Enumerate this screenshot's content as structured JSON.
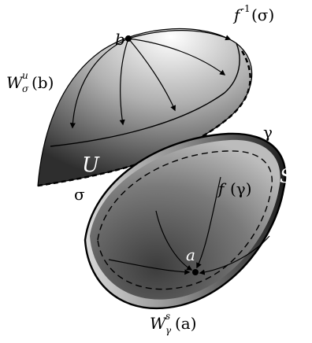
{
  "labels": {
    "point_b": "b",
    "preimage_f": "f",
    "preimage_sup": "-1",
    "preimage_arg": "(σ)",
    "unstable_W": "W",
    "unstable_sup": "u",
    "unstable_sub": "σ",
    "unstable_arg": "(b)",
    "region_U": "U",
    "curve_gamma": "γ",
    "curve_sigma": "σ",
    "region_S": "S",
    "image_f": "f",
    "image_arg": "(γ)",
    "point_a": "a",
    "stable_W": "W",
    "stable_sup": "s",
    "stable_sub": "γ",
    "stable_arg": "(a)"
  },
  "colors": {
    "upper_light": "#ffffff",
    "upper_dark": "#2e2e2e",
    "bowl_rim_light": "#bcbcbc",
    "bowl_inner_dark": "#3c3c3c",
    "bowl_outer_light": "#d8d8d8",
    "bowl_outer_dark": "#1e1e1e"
  }
}
